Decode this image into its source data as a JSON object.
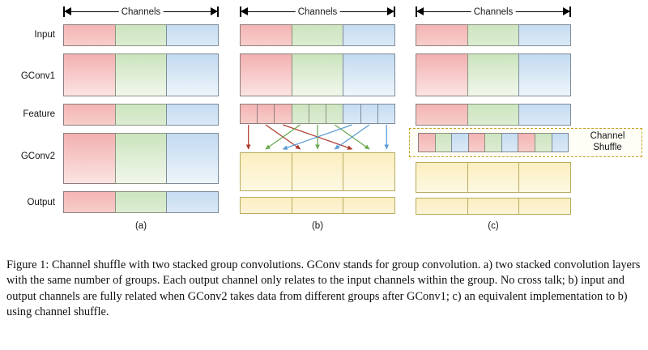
{
  "figure": {
    "caption": "Figure 1: Channel shuffle with two stacked group convolutions. GConv stands for group convolution. a) two stacked convolution layers with the same number of groups. Each output channel only relates to the input channels within the group. No cross talk; b) input and output channels are fully related when GConv2 takes data from different groups after GConv1; c) an equivalent implementation to b) using channel shuffle."
  },
  "axis": {
    "channels_label": "Channels"
  },
  "row_labels": [
    "Input",
    "GConv1",
    "Feature",
    "GConv2",
    "Output"
  ],
  "panels": [
    {
      "id": "a",
      "label": "(a)",
      "rows": [
        {
          "name": "Input",
          "style": "flat",
          "segments": [
            "r",
            "g",
            "b"
          ]
        },
        {
          "name": "GConv1",
          "style": "tall",
          "segments": [
            "r",
            "g",
            "b"
          ]
        },
        {
          "name": "Feature",
          "style": "flat",
          "segments": [
            "r",
            "g",
            "b"
          ]
        },
        {
          "name": "GConv2",
          "style": "tall",
          "segments": [
            "r",
            "g",
            "b"
          ]
        },
        {
          "name": "Output",
          "style": "flat",
          "segments": [
            "r",
            "g",
            "b"
          ]
        }
      ],
      "has_arrows": false,
      "has_shuffle": false
    },
    {
      "id": "b",
      "label": "(b)",
      "rows": [
        {
          "name": "Input",
          "style": "flat",
          "segments": [
            "r",
            "g",
            "b"
          ]
        },
        {
          "name": "GConv1",
          "style": "tall",
          "segments": [
            "r",
            "g",
            "b"
          ]
        },
        {
          "name": "Feature",
          "style": "subcells",
          "cells": [
            "r",
            "r",
            "r",
            "g",
            "g",
            "g",
            "b",
            "b",
            "b"
          ]
        },
        {
          "name": "GConv2",
          "style": "tall",
          "segments": [
            "y",
            "y",
            "y"
          ]
        },
        {
          "name": "Output",
          "style": "flat",
          "segments": [
            "y",
            "y",
            "y"
          ]
        }
      ],
      "has_arrows": true,
      "has_shuffle": false,
      "arrow_map": [
        {
          "from": 0,
          "to": 0,
          "color": "r"
        },
        {
          "from": 1,
          "to": 3,
          "color": "r"
        },
        {
          "from": 2,
          "to": 6,
          "color": "r"
        },
        {
          "from": 3,
          "to": 1,
          "color": "g"
        },
        {
          "from": 4,
          "to": 4,
          "color": "g"
        },
        {
          "from": 5,
          "to": 7,
          "color": "g"
        },
        {
          "from": 6,
          "to": 2,
          "color": "b"
        },
        {
          "from": 7,
          "to": 5,
          "color": "b"
        },
        {
          "from": 8,
          "to": 8,
          "color": "b"
        }
      ]
    },
    {
      "id": "c",
      "label": "(c)",
      "rows": [
        {
          "name": "Input",
          "style": "flat",
          "segments": [
            "r",
            "g",
            "b"
          ]
        },
        {
          "name": "GConv1",
          "style": "tall",
          "segments": [
            "r",
            "g",
            "b"
          ]
        },
        {
          "name": "Feature",
          "style": "flat",
          "segments": [
            "r",
            "g",
            "b"
          ]
        },
        {
          "name": "Shuffle",
          "style": "subcells",
          "cells": [
            "r",
            "g",
            "b",
            "r",
            "g",
            "b",
            "r",
            "g",
            "b"
          ]
        },
        {
          "name": "GConv2",
          "style": "tall",
          "segments": [
            "y",
            "y",
            "y"
          ]
        },
        {
          "name": "Output",
          "style": "flat",
          "segments": [
            "y",
            "y",
            "y"
          ]
        }
      ],
      "has_arrows": false,
      "has_shuffle": true,
      "shuffle_label_line1": "Channel",
      "shuffle_label_line2": "Shuffle"
    }
  ],
  "colors": {
    "red_fill": "#f2b0b0",
    "green_fill": "#cbe4bd",
    "blue_fill": "#c2daf0",
    "yellow_fill": "#fbefc0",
    "red_border": "#8e7d7d",
    "green_border": "#8b9480",
    "blue_border": "#7d8c9b",
    "yellow_border": "#b9ab5f",
    "shuffle_box_border": "#c9a227",
    "arrow_red": "#b03a2e",
    "arrow_green": "#6aa84f",
    "arrow_blue": "#5b9bd5",
    "axis_black": "#000000"
  }
}
